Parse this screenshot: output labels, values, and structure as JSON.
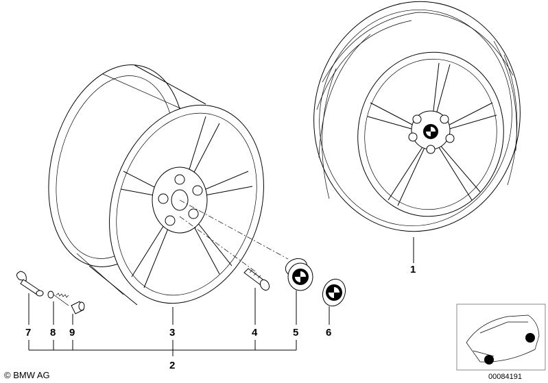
{
  "callouts": {
    "c1": "1",
    "c2": "2",
    "c3": "3",
    "c4": "4",
    "c5": "5",
    "c6": "6",
    "c7": "7",
    "c8": "8",
    "c9": "9"
  },
  "footer": {
    "copyright": "© BMW AG",
    "doc_number": "00084191"
  },
  "icons": {
    "logo": "bmw-roundel-icon",
    "thumbnail": "car-thumbnail-icon"
  }
}
